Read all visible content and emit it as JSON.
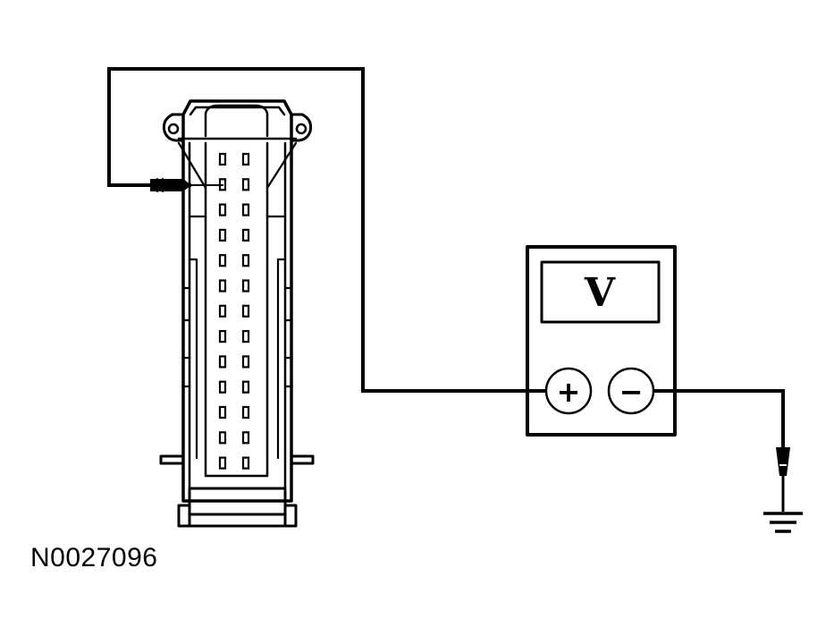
{
  "figure": {
    "id": "N0027096"
  },
  "connector": {
    "rows": 13,
    "columns": 2,
    "probed_pin": {
      "row": 2,
      "column": 1
    }
  },
  "meter": {
    "display": "V",
    "positive_symbol": "+",
    "negative_symbol": "−"
  },
  "colors": {
    "ink": "#000000",
    "background": "#ffffff"
  },
  "icons": [
    "voltmeter-icon",
    "ground-symbol-icon",
    "probe-icon",
    "connector-icon"
  ]
}
